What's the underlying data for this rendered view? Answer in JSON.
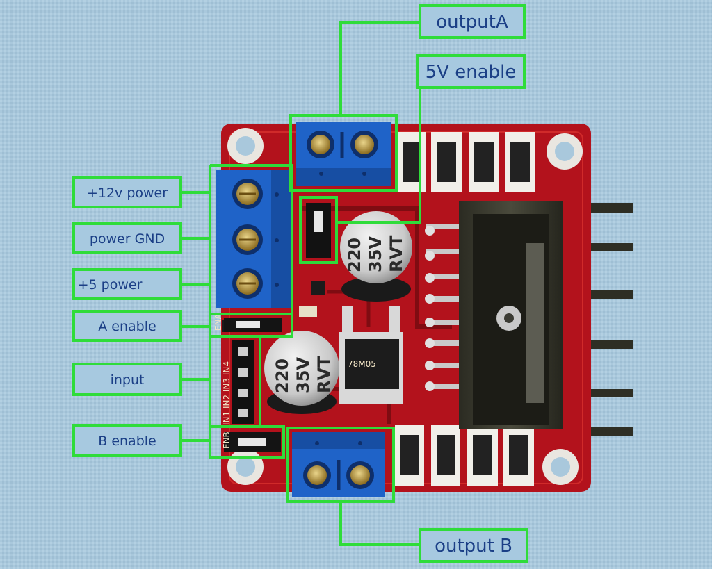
{
  "labels": {
    "output_a": "outputA",
    "enable_5v": "5V enable",
    "power_12v": "+12v power",
    "power_gnd": "power GND",
    "power_5v": "+5 power",
    "a_enable": "A enable",
    "input": "input",
    "b_enable": "B enable",
    "output_b": "output B"
  },
  "board_marks": {
    "cap_top": [
      "220",
      "35V",
      "RVT"
    ],
    "cap_bottom": [
      "220",
      "35V",
      "RVT"
    ],
    "header_text": "IN1 IN2 IN3 IN4",
    "ena_text": "ENA",
    "enb_text": "ENB",
    "regulator_text": "78M05"
  },
  "colors": {
    "background": "#a9c8dc",
    "board": "#b3121c",
    "terminal": "#1f63c8",
    "callout_line": "#2fdc3a",
    "label_fill": "#a7c9e0",
    "label_text": "#1b3f86"
  }
}
